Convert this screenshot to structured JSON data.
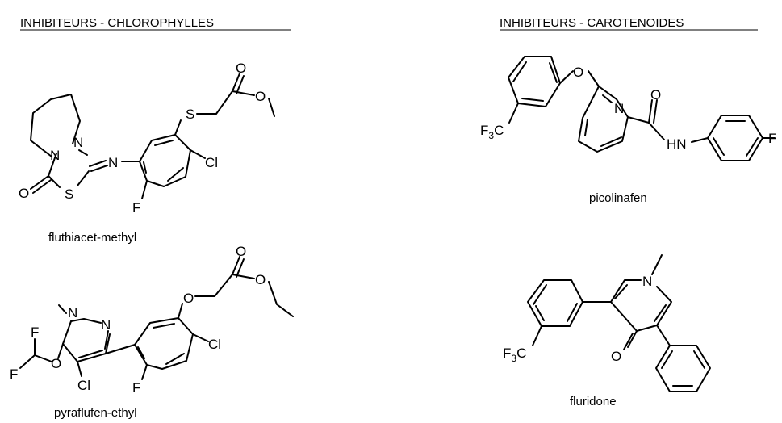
{
  "headings": {
    "left": "INHIBITEURS - CHLOROPHYLLES",
    "right": "INHIBITEURS - CAROTENOIDES"
  },
  "compounds": [
    {
      "name": "fluthiacet-methyl"
    },
    {
      "name": "pyraflufen-ethyl"
    },
    {
      "name": "picolinafen"
    },
    {
      "name": "fluridone"
    }
  ],
  "atoms": {
    "N": "N",
    "O": "O",
    "S": "S",
    "F": "F",
    "Cl": "Cl",
    "HN": "HN",
    "F3C_main": "F",
    "F3C_sub": "3",
    "F3C_tail": "C"
  }
}
